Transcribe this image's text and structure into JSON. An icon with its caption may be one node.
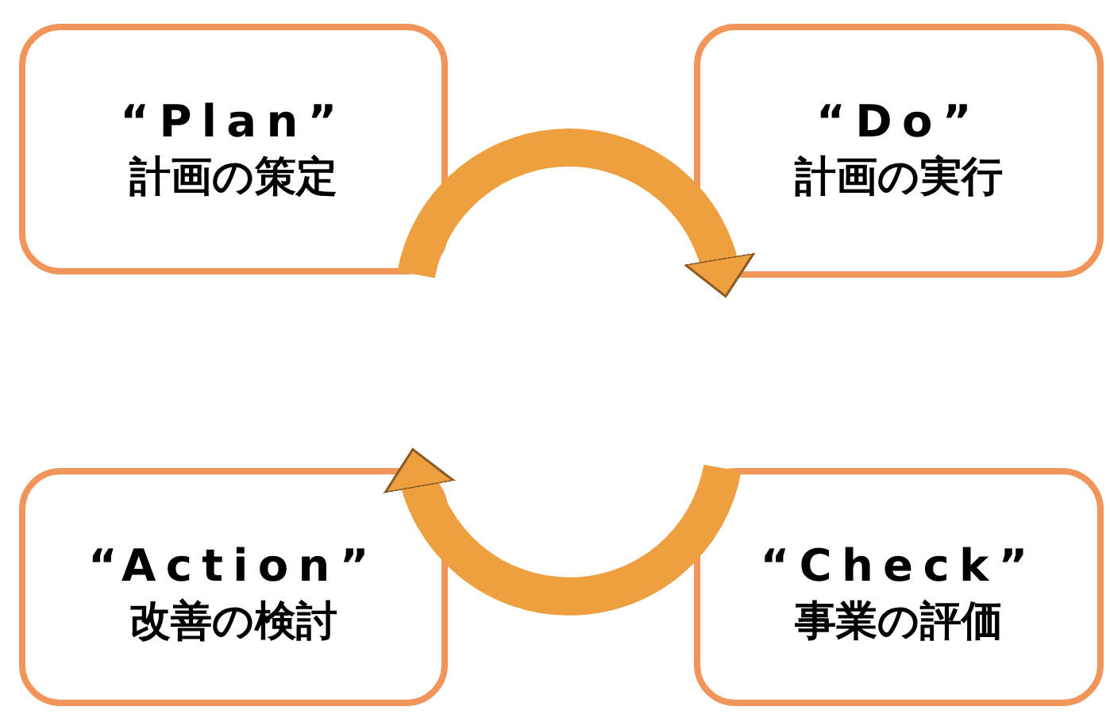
{
  "diagram": {
    "nodes": [
      {
        "text": [
          "“Plan”",
          "計画の策定"
        ]
      },
      {
        "text": [
          "“Do”",
          "計画の実行"
        ]
      },
      {
        "text": [
          "“Action”",
          "改善の検討"
        ]
      },
      {
        "text": [
          "“Check”",
          "事業の評価"
        ]
      }
    ],
    "edges": [
      {
        "from": 0,
        "to": 1,
        "arrow": "to"
      },
      {
        "from": 3,
        "to": 2,
        "arrow": "to"
      }
    ]
  }
}
